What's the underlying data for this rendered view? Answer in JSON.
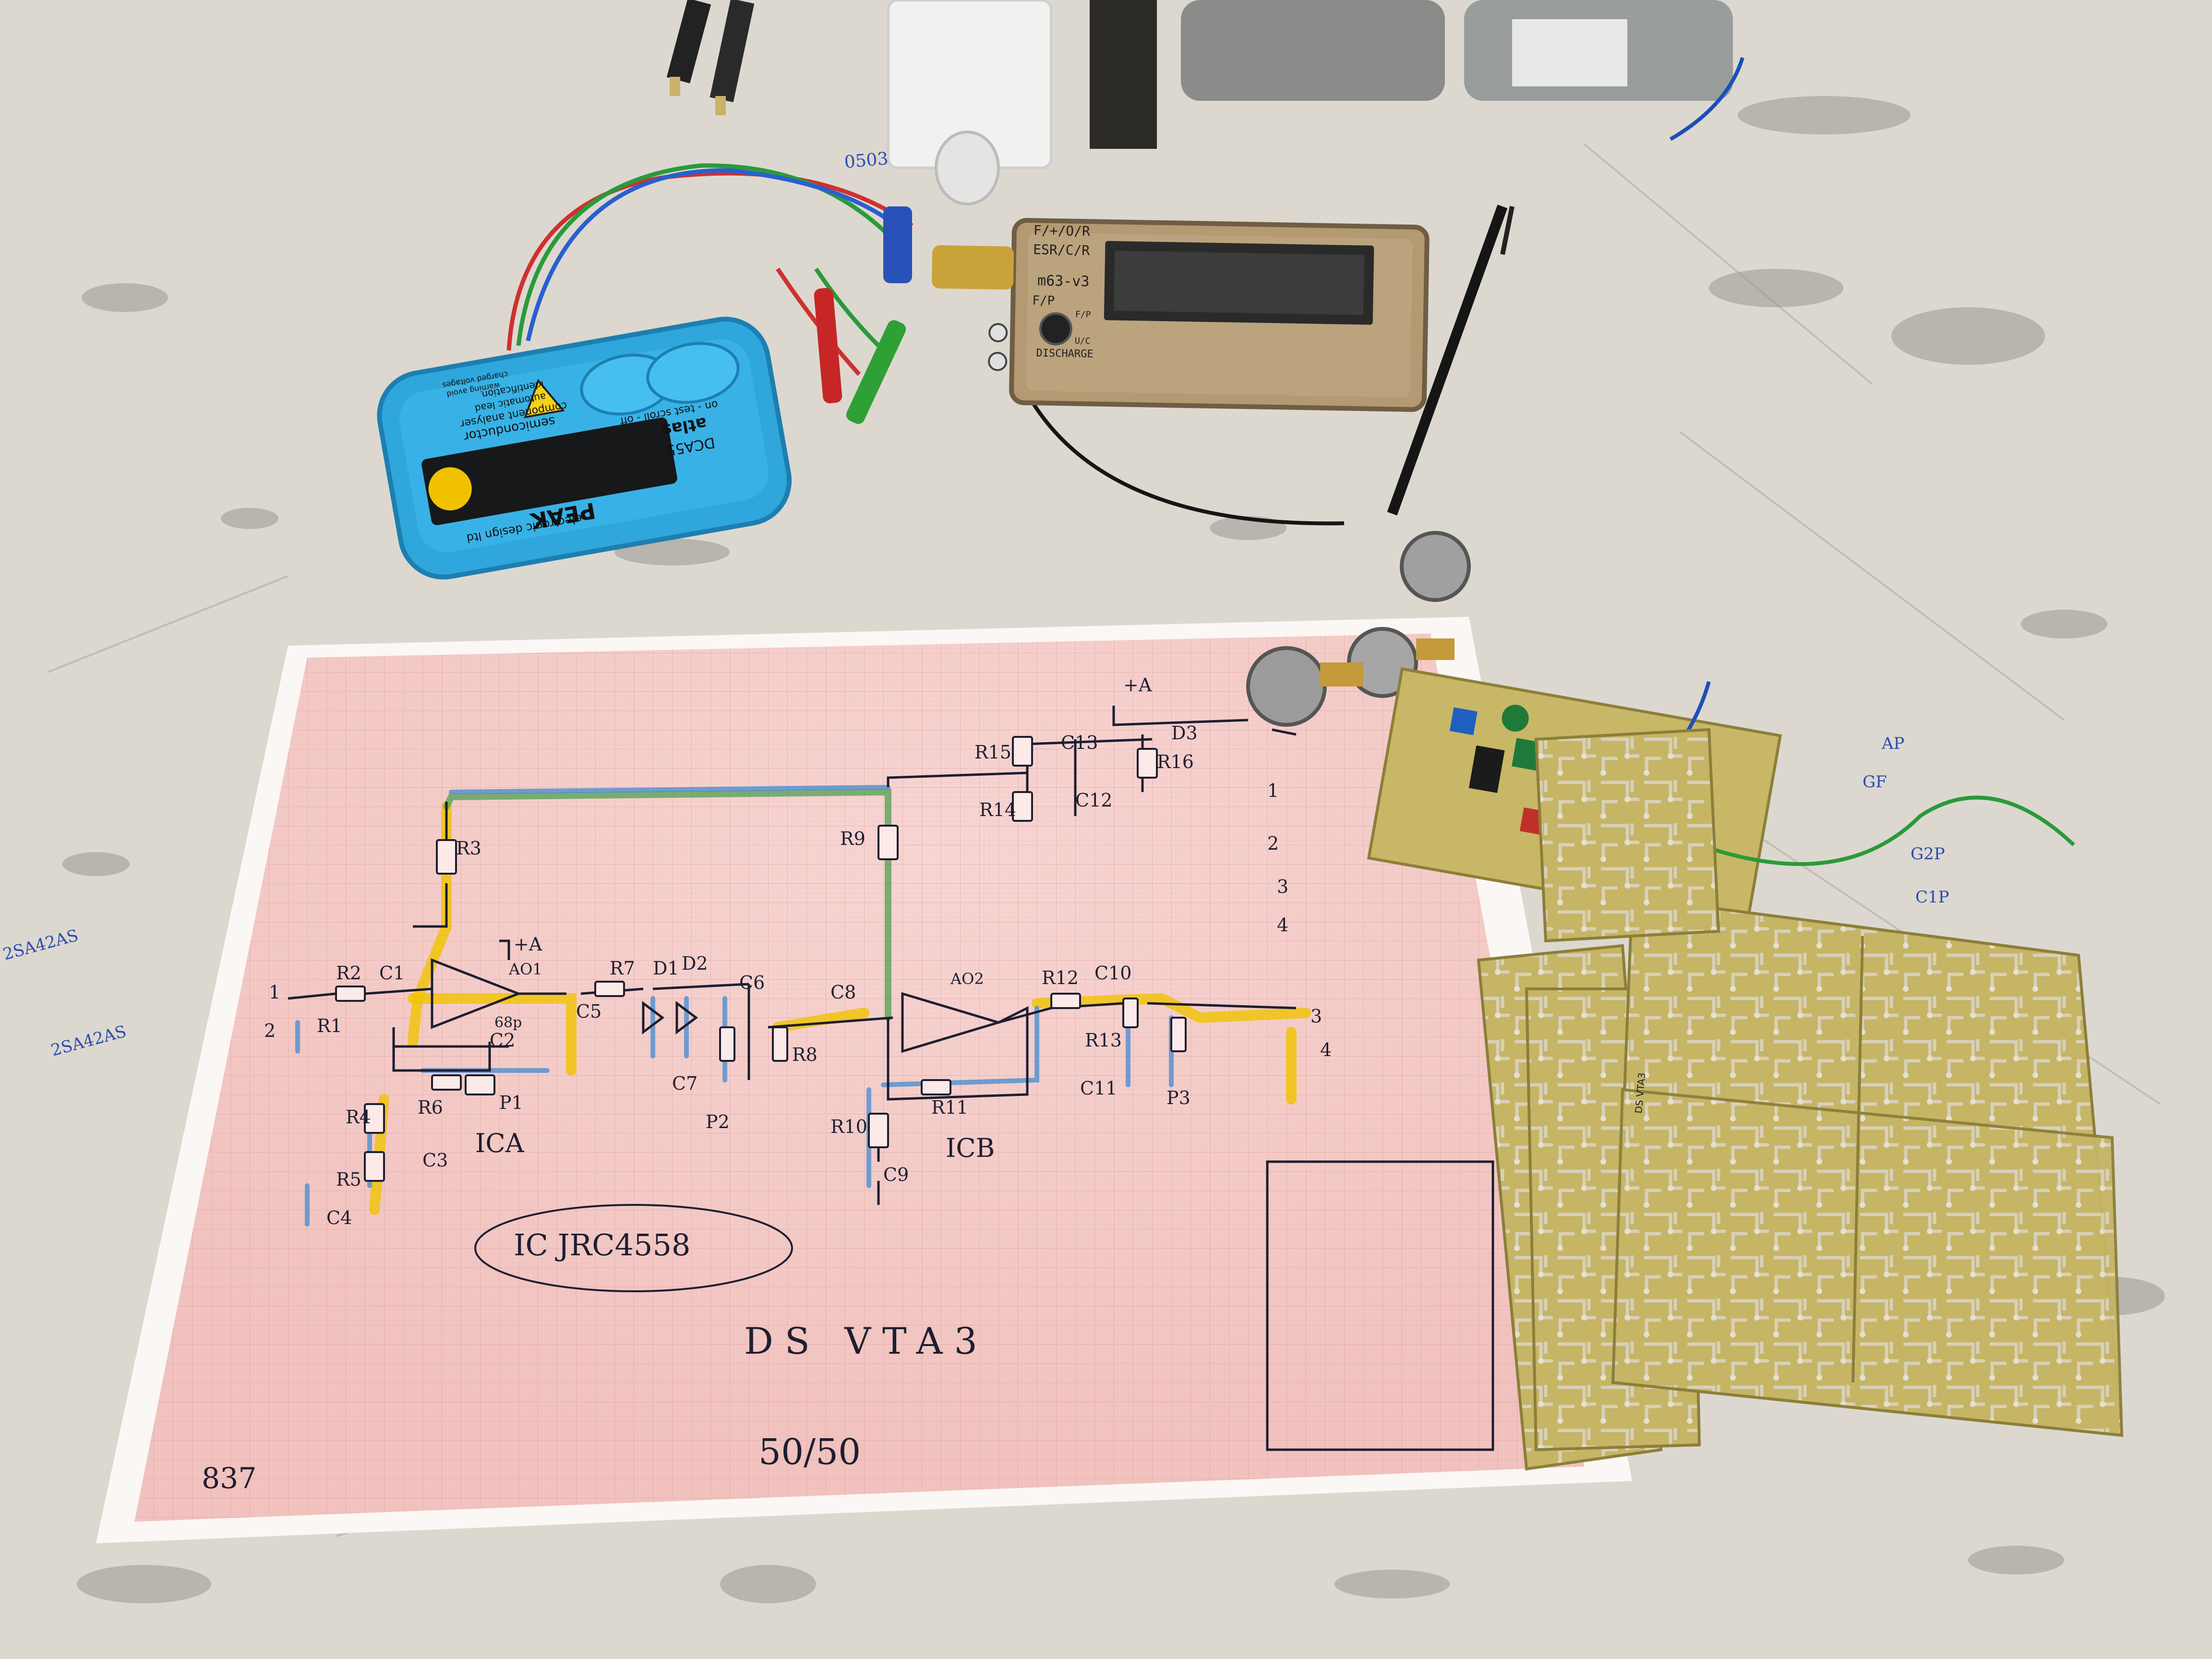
{
  "scene": {
    "colors": {
      "workbench": "#dcd8d0",
      "schematic_paper": "#f3c9c6",
      "pen_ink": "#1e1e30",
      "highlight_yellow": "#f0c300",
      "highlight_green": "#5aa25a",
      "highlight_blue": "#4d8fd0",
      "analyzer_blue": "#2fa6dc",
      "meter_case": "#b49a72",
      "pcb_copper": "#c9b458",
      "pcb_substrate": "#c8b766"
    },
    "analyzer": {
      "brand": "PEAK",
      "brand_sub": "electronic design ltd",
      "model": "atlas",
      "model_number": "DCA55",
      "line1": "semiconductor",
      "line2": "component analyser",
      "line3": "automatic lead",
      "line4": "identification",
      "button_label": "on - test   scroll - off",
      "warning1": "warning  avoid",
      "warning2": "charged voltages",
      "icon": "lightning-warning-icon"
    },
    "meter": {
      "label_top": "F/+/O/R",
      "label_esr": "ESR/C/R",
      "label_model": "m63-v3",
      "label_fp": "F/P",
      "label_discharge": "DISCHARGE",
      "label_fp_small": "F/P",
      "label_uc": "U/C"
    },
    "schematic": {
      "title": "DS VTA3",
      "ic_label": "IC JRC4558",
      "ratio": "50/50",
      "page_number": "837",
      "supply": "+A",
      "ic_a": "ICA",
      "ic_b": "ICB",
      "opamp1": "AO1",
      "opamp2": "AO2",
      "components": [
        "R1",
        "R2",
        "C1",
        "R3",
        "R4",
        "R5",
        "R6",
        "R7",
        "R8",
        "R9",
        "R10",
        "R11",
        "R12",
        "R13",
        "R14",
        "R15",
        "R16",
        "C2",
        "C3",
        "C4",
        "C5",
        "C6",
        "C7",
        "C8",
        "C9",
        "C10",
        "C11",
        "C12",
        "C13",
        "D1",
        "D2",
        "D3",
        "P1",
        "P2",
        "P3"
      ],
      "pins_left": [
        "1",
        "2"
      ],
      "pins_right": [
        "3",
        "4"
      ],
      "pinout": [
        "1",
        "2",
        "3",
        "4"
      ],
      "cap_value": "68p"
    },
    "pcb_board": {
      "label": "DS VTA3"
    },
    "bench_notes": [
      "0503",
      "AP",
      "GF",
      "G2P",
      "C1P",
      "2SA42AS",
      "2SA42AS"
    ]
  }
}
